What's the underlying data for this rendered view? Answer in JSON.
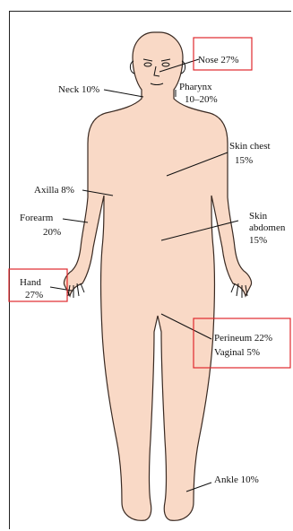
{
  "labels": {
    "nose": "Nose 27%",
    "neck": "Neck 10%",
    "pharynx_1": "Pharynx",
    "pharynx_2": "10–20%",
    "skin_chest_1": "Skin chest",
    "skin_chest_2": "15%",
    "axilla": "Axilla 8%",
    "skin_abdomen_1": "Skin",
    "skin_abdomen_2": "abdomen",
    "skin_abdomen_3": "15%",
    "forearm_1": "Forearm",
    "forearm_2": "20%",
    "hand_1": "Hand",
    "hand_2": "27%",
    "perineum": "Perineum 22%",
    "vaginal": "Vaginal 5%",
    "ankle": "Ankle 10%"
  },
  "colors": {
    "skin": "#f9d9c6",
    "outline": "#3a2a22",
    "highlight_box": "#e0292d"
  }
}
